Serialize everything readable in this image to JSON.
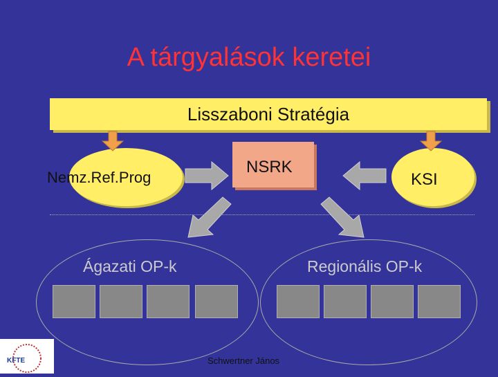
{
  "slide": {
    "title": "A tárgyalások keretei",
    "banner_label": "Lisszaboni Stratégia",
    "nemz_label": "Nemz.Ref.Prog",
    "nsrk_label": "NSRK",
    "ksi_label": "KSI",
    "agazati_label": "Ágazati OP-k",
    "regionalis_label": "Regionális OP-k",
    "author": "Schwertner János",
    "logo_text": "KFTE"
  },
  "colors": {
    "background": "#333399",
    "title": "#ff3333",
    "banner": "#ffee66",
    "nsrk_box": "#f2a888",
    "arrows": "#f0a04a",
    "gray_arrows": "#999999"
  }
}
